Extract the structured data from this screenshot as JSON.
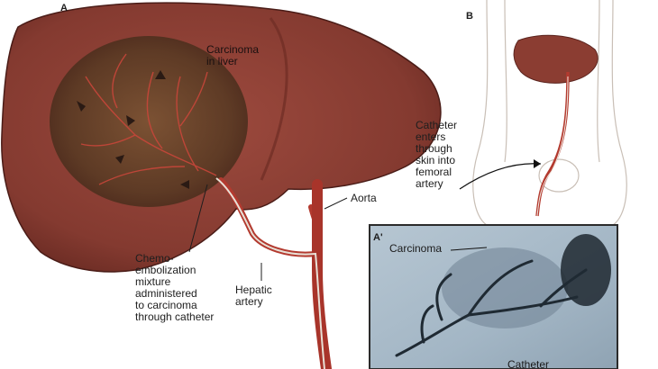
{
  "panels": {
    "a": "A",
    "b": "B",
    "a_prime": "A'"
  },
  "labels": {
    "carcinoma_in_liver": "Carcinoma\nin liver",
    "aorta": "Aorta",
    "chemo": "Chemo-\nembolization\nmixture\nadministered\nto carcinoma\nthrough catheter",
    "hepatic_artery": "Hepatic\nartery",
    "catheter_enters": "Catheter\nenters\nthrough\nskin into\nfemoral\nartery",
    "inset_carcinoma": "Carcinoma",
    "inset_catheter": "Catheter"
  },
  "colors": {
    "liver": "#8e3e33",
    "liver_dark": "#6e2a22",
    "tumor": "#5f3a26",
    "vessel": "#c8463a",
    "angiogram_bg": "#a9bccb",
    "angiogram_frame": "#2b2b2b"
  }
}
